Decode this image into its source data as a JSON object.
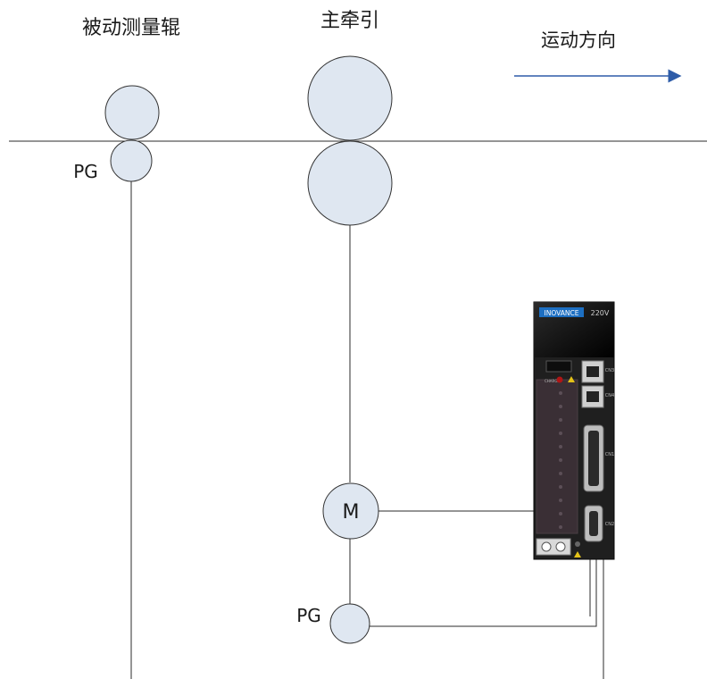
{
  "labels": {
    "passive_roller": "被动测量辊",
    "main_traction": "主牵引",
    "direction": "运动方向",
    "pg_left": "PG",
    "pg_right": "PG",
    "motor": "M"
  },
  "drive": {
    "brand": "INOVANCE",
    "voltage": "220V",
    "charge_label": "CHARGE",
    "ports": [
      "CN3",
      "CN4",
      "CN1",
      "CN2"
    ]
  },
  "colors": {
    "roller_fill": "#dfe7f1",
    "arrow": "#2e5ca8",
    "brand_bg": "#1d6fc2",
    "drive_body": "#1f1f1f"
  }
}
